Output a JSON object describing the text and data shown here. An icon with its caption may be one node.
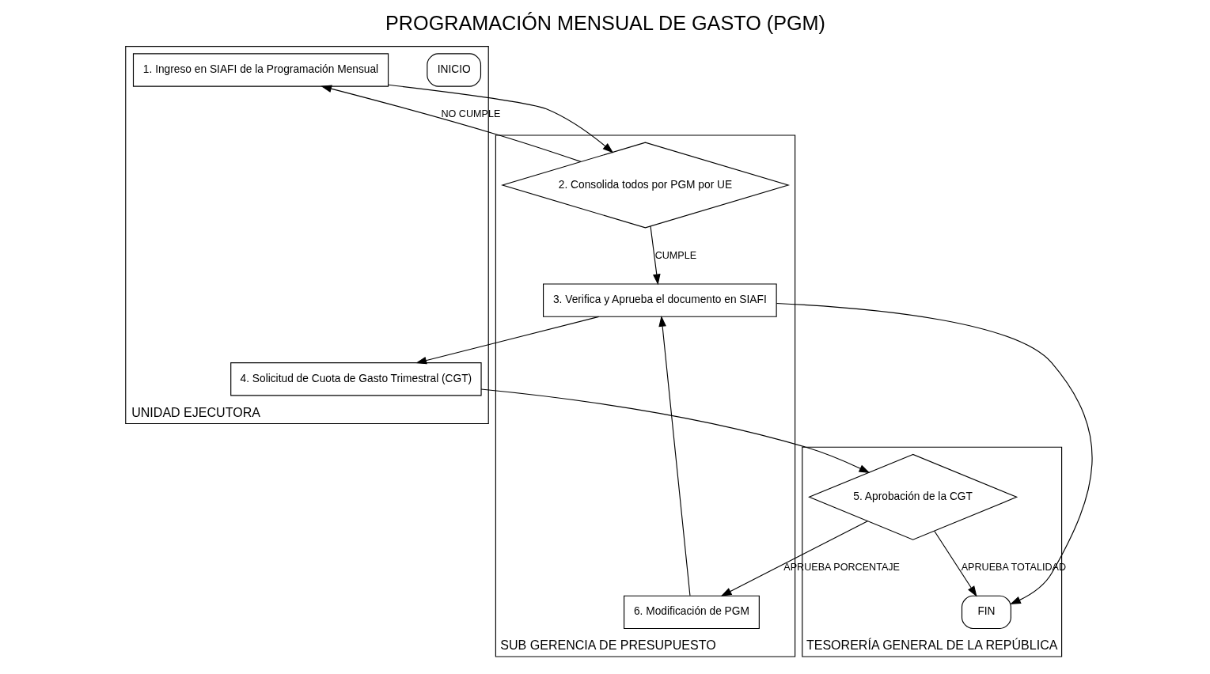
{
  "diagram": {
    "title": "PROGRAMACIÓN MENSUAL DE GASTO (PGM)",
    "nodes": [
      {
        "text": [
          "UNIDAD EJECUTORA"
        ]
      },
      {
        "text": [
          "INICIO"
        ],
        "in": 0
      },
      {
        "text": [
          "1. Ingreso en SIAFI de la Programación Mensual"
        ],
        "in": 0
      },
      {
        "text": [
          "4. Solicitud de Cuota de Gasto Trimestral (CGT)"
        ],
        "in": 0
      },
      {
        "text": [
          "SUB GERENCIA DE PRESUPUESTO"
        ]
      },
      {
        "text": [
          "2. Consolida todos por PGM por UE"
        ],
        "in": 4
      },
      {
        "text": [
          "3. Verifica y Aprueba el documento en SIAFI"
        ],
        "in": 4
      },
      {
        "text": [
          "6. Modificación de PGM"
        ],
        "in": 4
      },
      {
        "text": [
          "TESORERÍA GENERAL DE LA REPÚBLICA"
        ]
      },
      {
        "text": [
          "FIN"
        ],
        "in": 8
      },
      {
        "text": [
          "5. Aprobación de la CGT"
        ],
        "in": 8
      }
    ],
    "edges": [
      {
        "from": 2,
        "to": 5,
        "arrow": "to"
      },
      {
        "from": 5,
        "to": 2,
        "arrow": "to",
        "label": "NO CUMPLE"
      },
      {
        "from": 5,
        "to": 6,
        "arrow": "to",
        "label": "CUMPLE"
      },
      {
        "from": 6,
        "to": 3,
        "arrow": "to"
      },
      {
        "from": 3,
        "to": 10,
        "arrow": "to"
      },
      {
        "from": 10,
        "to": 7,
        "arrow": "to",
        "label": "APRUEBA PORCENTAJE"
      },
      {
        "from": 7,
        "to": 6,
        "arrow": "to"
      },
      {
        "from": 6,
        "to": 9,
        "arrow": "to"
      },
      {
        "from": 10,
        "to": 9,
        "arrow": "to",
        "label": "APRUEBA TOTALIDAD"
      }
    ]
  }
}
